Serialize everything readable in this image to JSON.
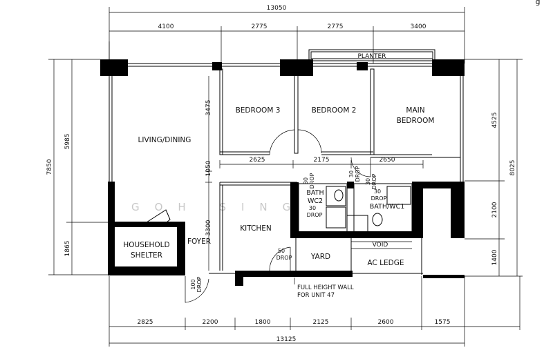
{
  "dimensions": {
    "overall_top": "13050",
    "top": [
      "4100",
      "2775",
      "2775",
      "3400"
    ],
    "overall_bottom": "13125",
    "bottom": [
      "2825",
      "2200",
      "1800",
      "2125",
      "2600",
      "1575"
    ],
    "left_outer": "7850",
    "left_inner": [
      "5985",
      "1865"
    ],
    "right_outer": "8025",
    "right_inner": [
      "4525",
      "2100",
      "1400"
    ],
    "interior_v": [
      "3475",
      "1050",
      "3300"
    ],
    "interior_h": [
      "2625",
      "2175",
      "2650"
    ]
  },
  "rooms": {
    "planter": "PLANTER",
    "bedroom3": "BEDROOM 3",
    "bedroom2": "BEDROOM 2",
    "main_bedroom_1": "MAIN",
    "main_bedroom_2": "BEDROOM",
    "living": "LIVING/DINING",
    "kitchen": "KITCHEN",
    "household_1": "HOUSEHOLD",
    "household_2": "SHELTER",
    "foyer": "FOYER",
    "yard": "YARD",
    "ac_ledge": "AC LEDGE",
    "void": "VOID",
    "bath_wc2_1": "BATH",
    "bath_wc2_2": "WC2",
    "bath_wc1": "BATH/WC1"
  },
  "drops": {
    "val30": "30",
    "val50": "50",
    "val100": "100",
    "drop": "DROP"
  },
  "notes": {
    "full_height_1": "FULL HEIGHT WALL",
    "full_height_2": "FOR UNIT 47"
  },
  "watermark": "GOH SING",
  "corner_mark": "g"
}
